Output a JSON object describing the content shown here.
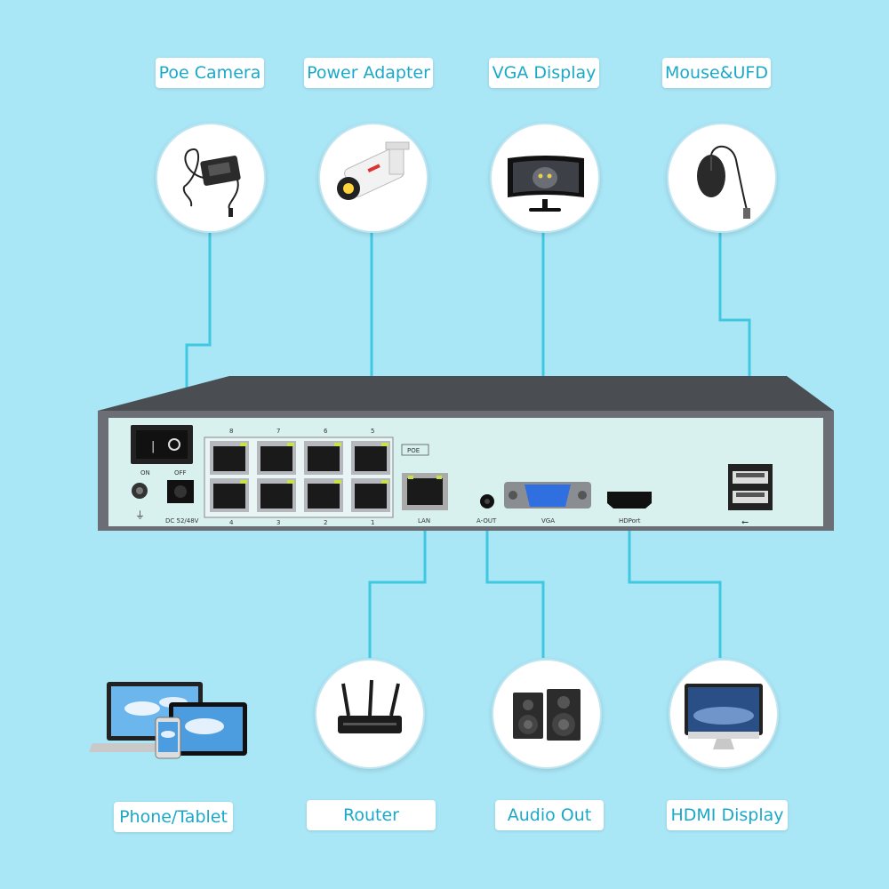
{
  "top_labels": {
    "poe_camera": "Poe Camera",
    "power_adapter": "Power Adapter",
    "vga_display": "VGA Display",
    "mouse_ufd": "Mouse&UFD"
  },
  "bottom_labels": {
    "phone_tablet": "Phone/Tablet",
    "router": "Router",
    "audio_out": "Audio Out",
    "hdmi_display": "HDMI Display"
  },
  "device": {
    "switch_on": "ON",
    "switch_off": "OFF",
    "power_rating": "DC 52/48V",
    "poe": "POE",
    "lan": "LAN",
    "audio_out": "A-OUT",
    "vga": "VGA",
    "hdmi": "HDPort",
    "port_top": [
      "8",
      "7",
      "6",
      "5"
    ],
    "port_bottom": [
      "4",
      "3",
      "2",
      "1"
    ]
  },
  "colors": {
    "background": "#a9e6f6",
    "accent": "#1aa9c9",
    "wire": "#3fc8e0",
    "device_body": "#4a4d52",
    "device_panel": "#d8f1ef"
  },
  "icons": {
    "poe_camera": "power-adapter-icon",
    "power_adapter": "bullet-camera-icon",
    "vga_display": "curved-monitor-icon",
    "mouse_ufd": "mouse-icon",
    "phone_tablet": "laptop-tablet-phone-icon",
    "router": "router-icon",
    "audio_out": "speakers-icon",
    "hdmi_display": "imac-monitor-icon"
  }
}
